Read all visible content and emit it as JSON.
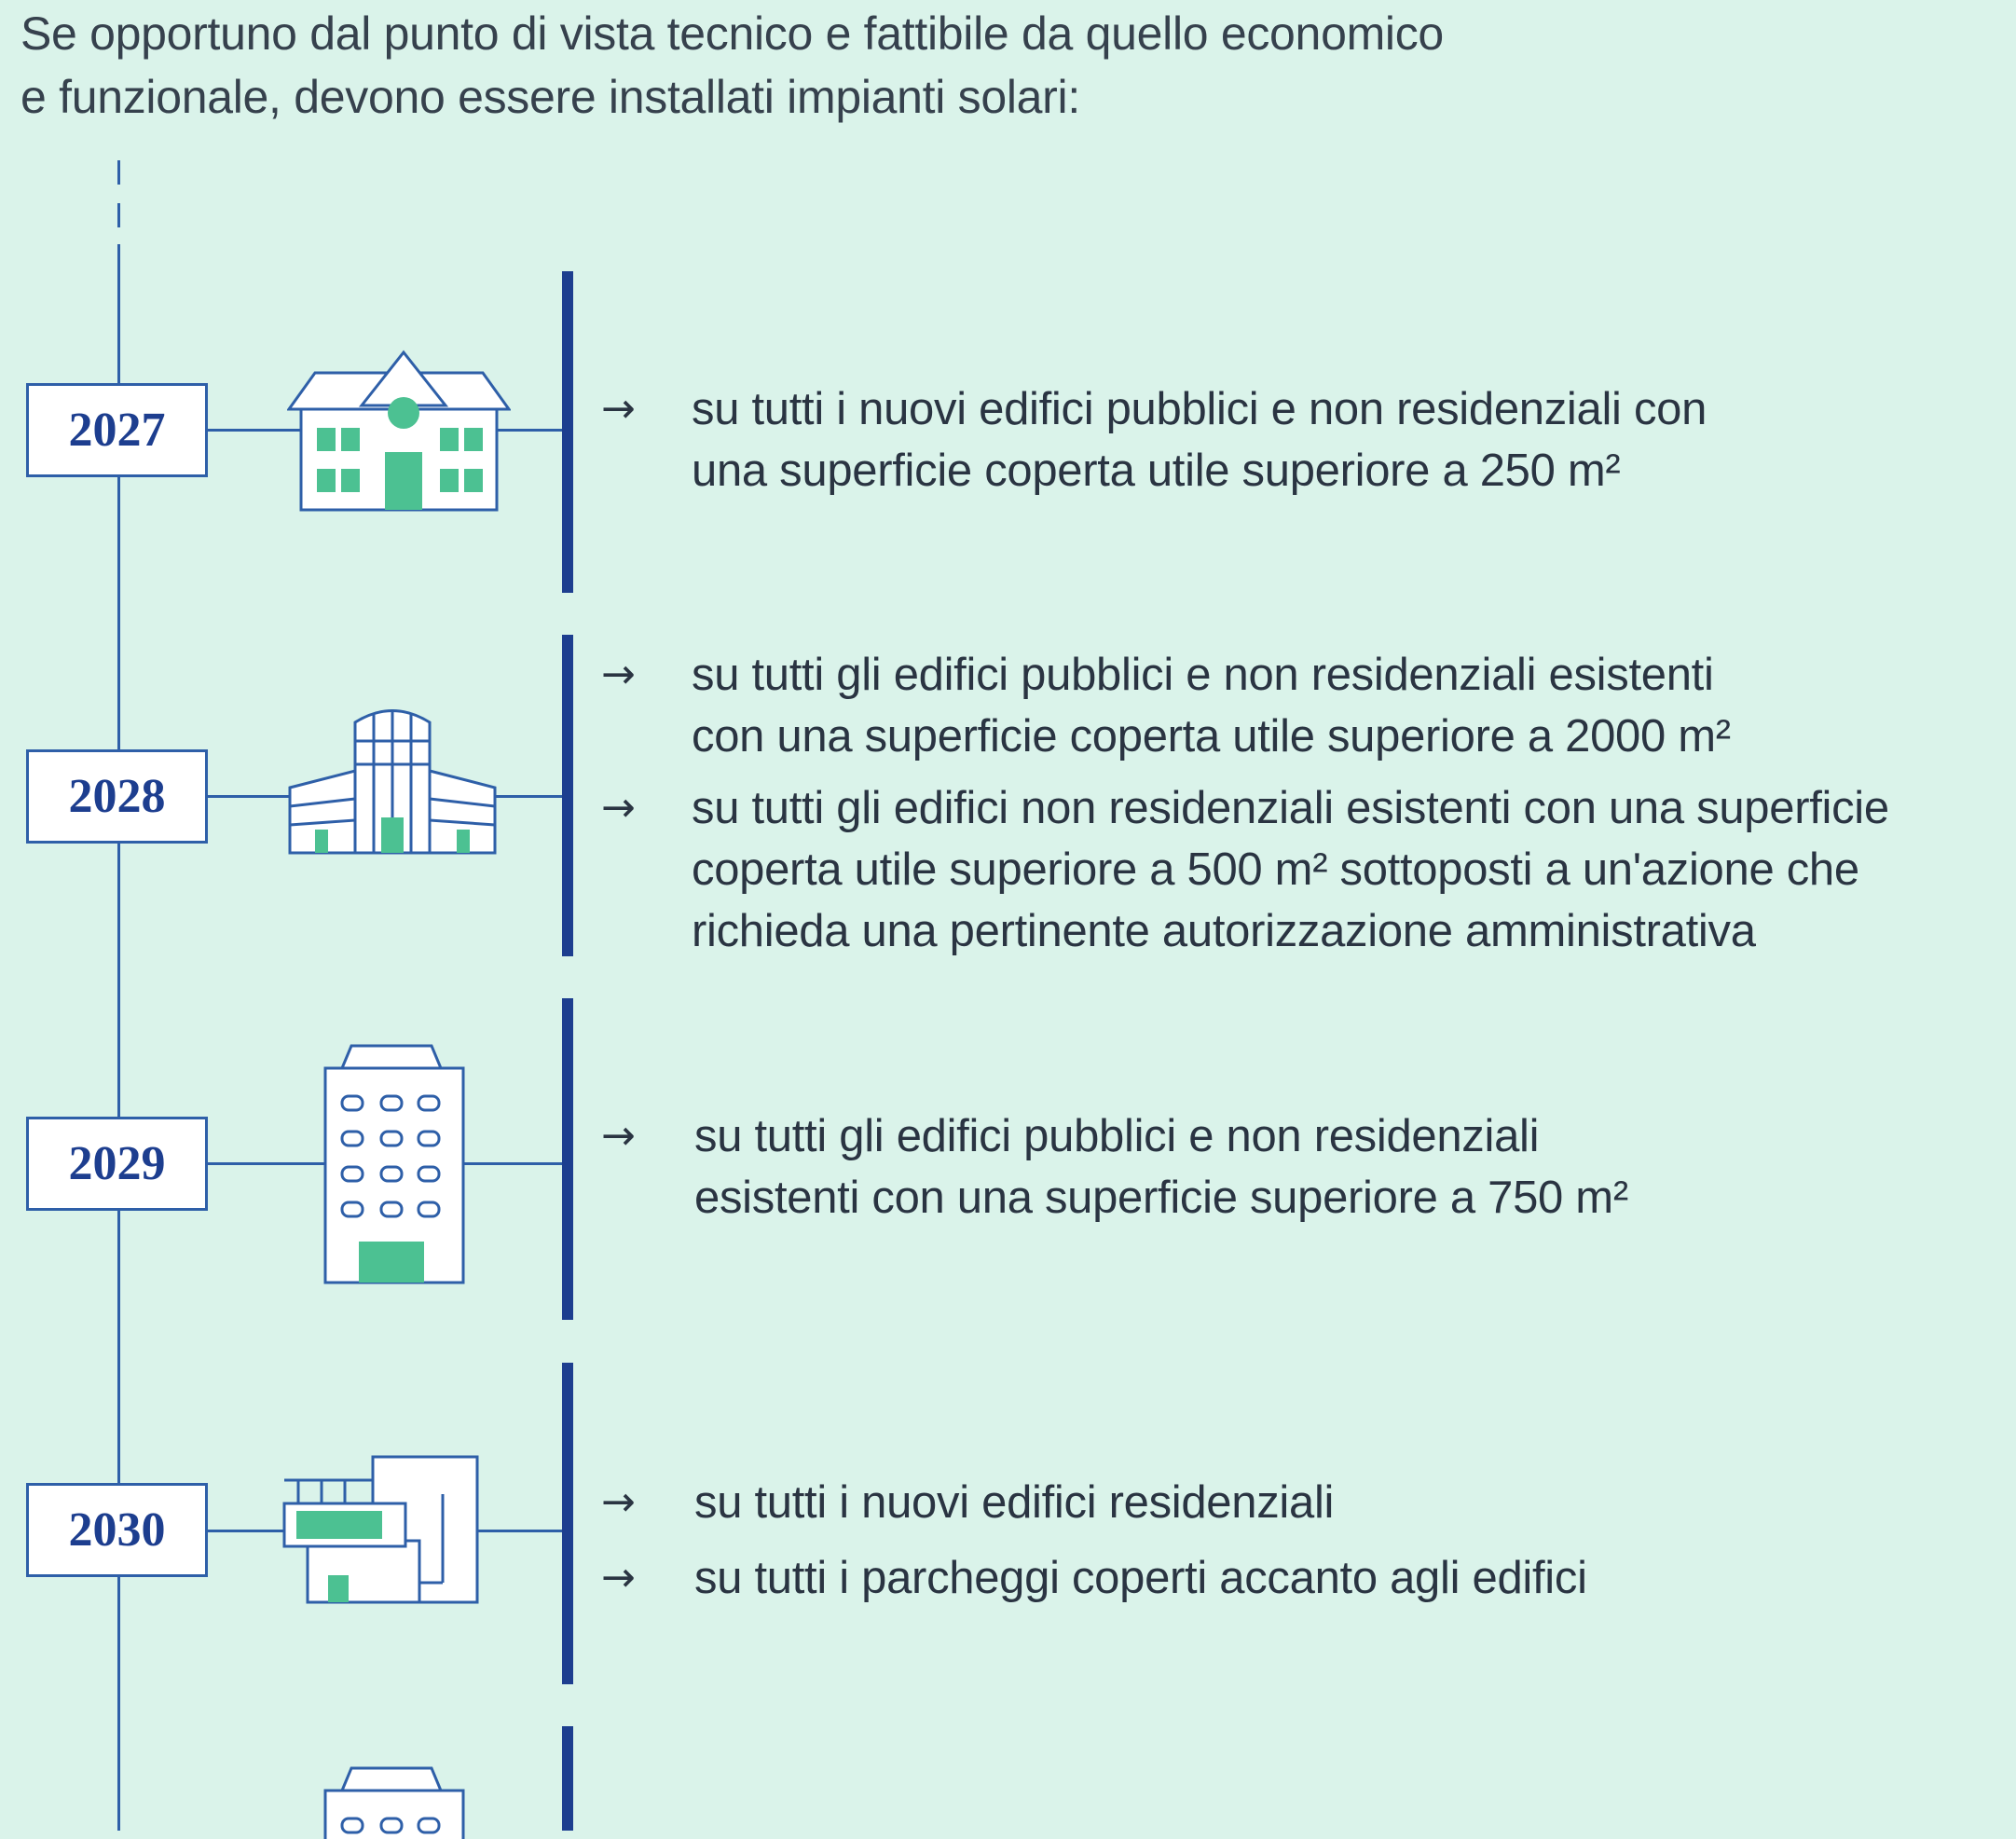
{
  "intro": {
    "line1": "Se opportuno dal punto di vista tecnico e fattibile da quello economico",
    "line2": "e funzionale, devono essere installati impianti solari:"
  },
  "arrow_glyph": "→",
  "colors": {
    "background": "#daf3ea",
    "timeline": "#2e5fa8",
    "bar": "#1d3e8f",
    "building_accent": "#4cc192"
  },
  "milestones": [
    {
      "year": "2027",
      "icon": "school-building-icon",
      "items": [
        [
          "su tutti i nuovi edifici pubblici e non residenziali con",
          "una superficie coperta utile superiore a 250 m²"
        ]
      ]
    },
    {
      "year": "2028",
      "icon": "office-complex-icon",
      "items": [
        [
          "su tutti gli edifici pubblici e non residenziali esistenti",
          "con una superficie coperta utile superiore a 2000 m²"
        ],
        [
          "su tutti gli edifici non residenziali esistenti con una superficie",
          "coperta utile superiore a 500 m² sottoposti a un'azione che",
          "richieda una pertinente autorizzazione amministrativa"
        ]
      ]
    },
    {
      "year": "2029",
      "icon": "tower-building-icon",
      "items": [
        [
          "su tutti gli edifici pubblici e non residenziali",
          "esistenti con una superficie superiore a 750 m²"
        ]
      ]
    },
    {
      "year": "2030",
      "icon": "house-icon",
      "items": [
        [
          "su tutti i nuovi edifici residenziali"
        ],
        [
          "su tutti i parcheggi coperti accanto agli edifici"
        ]
      ]
    },
    {
      "year": "",
      "icon": "tower-building-icon",
      "items": []
    }
  ]
}
